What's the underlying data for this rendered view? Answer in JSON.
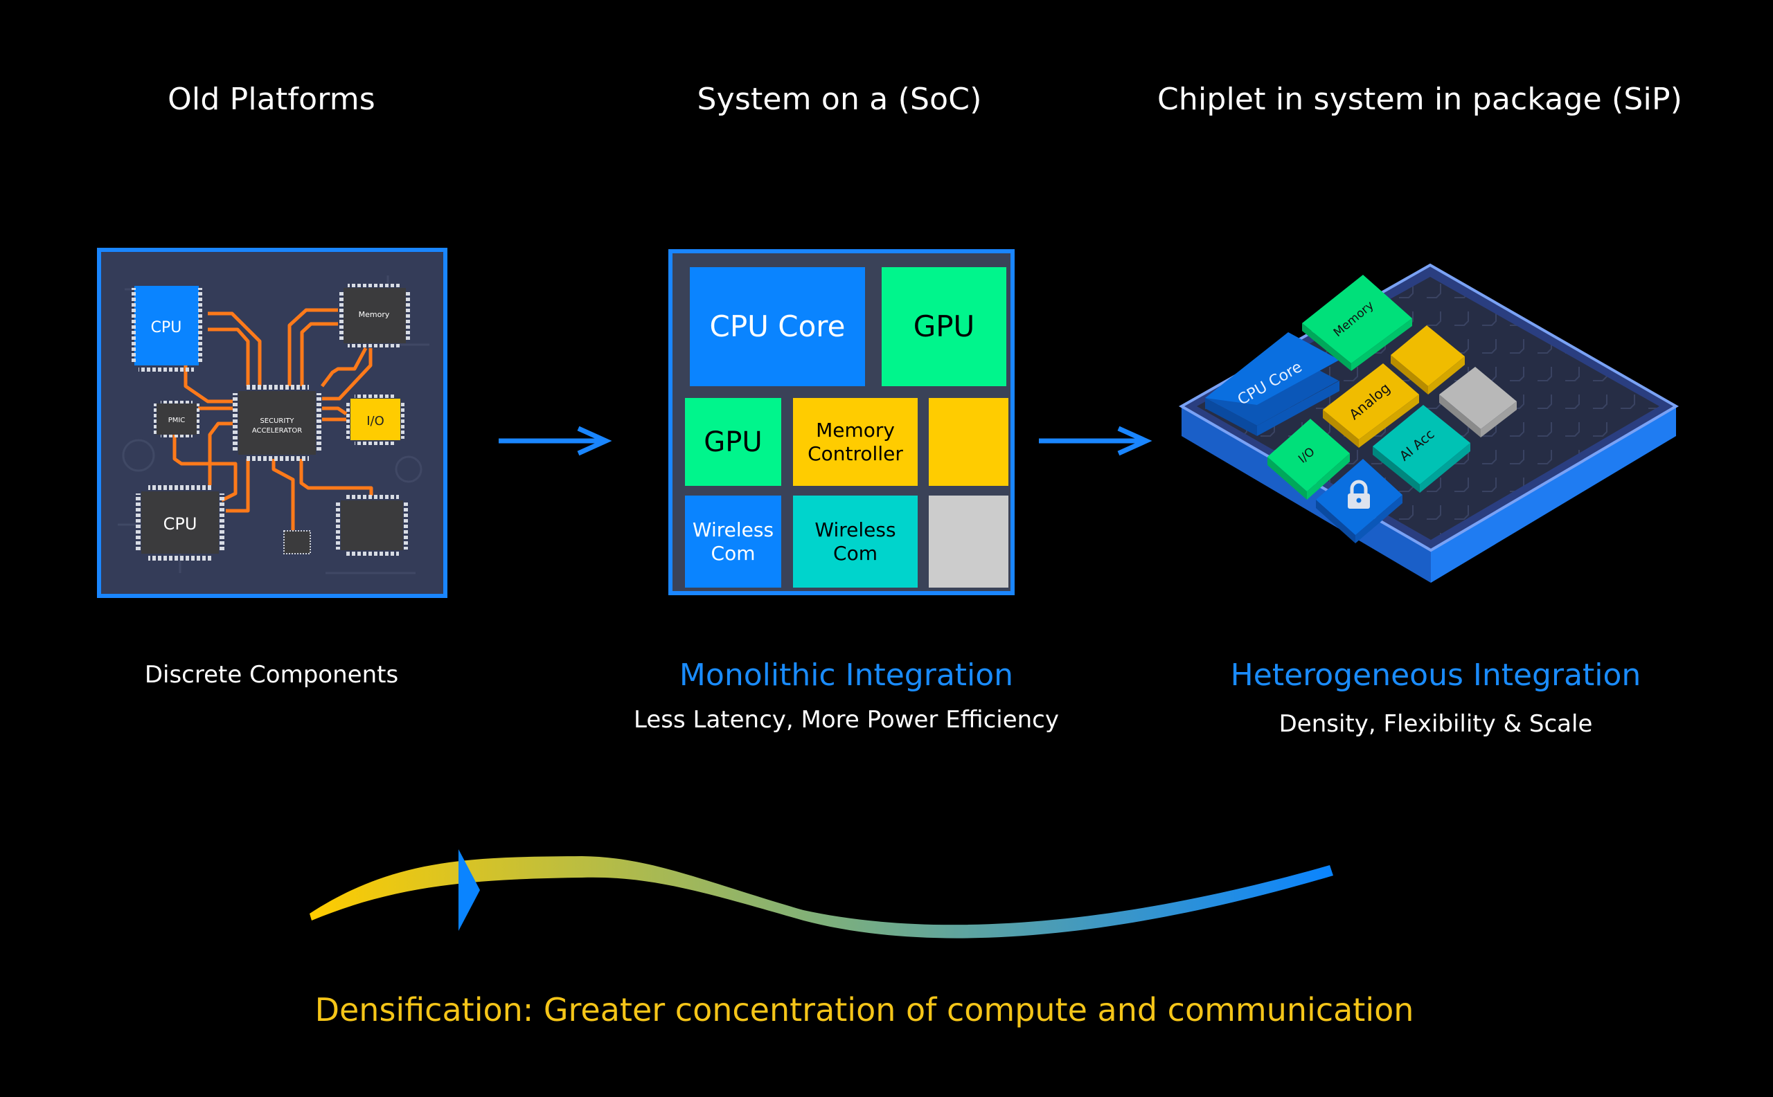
{
  "columns": [
    {
      "title": "Old Platforms",
      "caption": "Discrete Components",
      "board": {
        "chips": [
          {
            "label": "CPU",
            "color": "#0a84ff"
          },
          {
            "label": "Memory",
            "color": "#3b3b3d"
          },
          {
            "label": "PMIC",
            "color": "#3b3b3d"
          },
          {
            "label": "SECURITY",
            "color": "#3b3b3d"
          },
          {
            "label": "ACCELERATOR",
            "color": "#3b3b3d"
          },
          {
            "label": "I/O",
            "color": "#ffcc00"
          },
          {
            "label": "CPU",
            "color": "#3b3b3d"
          }
        ]
      }
    },
    {
      "title": "System on a (SoC)",
      "caption": "Monolithic Integration",
      "subcaption": "Less Latency, More Power Efficiency",
      "blocks": [
        {
          "label": "CPU Core",
          "color": "#0a84ff"
        },
        {
          "label": "GPU",
          "color": "#00f58c"
        },
        {
          "label": "GPU",
          "color": "#00f58c"
        },
        {
          "label": "Memory Controller",
          "color": "#ffcc00"
        },
        {
          "label": "",
          "color": "#ffcc00"
        },
        {
          "label": "Wireless Com",
          "color": "#0a84ff"
        },
        {
          "label": "Wireless Com",
          "color": "#00d4cc"
        },
        {
          "label": "",
          "color": "#cccccc"
        }
      ]
    },
    {
      "title": "Chiplet in system in package (SiP)",
      "caption": "Heterogeneous Integration",
      "subcaption": "Density, Flexibility & Scale",
      "chiplets": [
        {
          "label": "CPU Core",
          "color": "#0a6fe0"
        },
        {
          "label": "Memory",
          "color": "#00e07a"
        },
        {
          "label": "Analog",
          "color": "#f0bc00"
        },
        {
          "label": "",
          "color": "#f0bc00"
        },
        {
          "label": "",
          "color": "#b8b8b8"
        },
        {
          "label": "I/O",
          "color": "#00e07a"
        },
        {
          "label": "AI Acc",
          "color": "#00c2b4"
        },
        {
          "label": "lock-icon",
          "color": "#0a6fe0"
        }
      ]
    }
  ],
  "flow": {
    "caption": "Densification: Greater concentration of compute and communication",
    "gradient_start": "#ffcc00",
    "gradient_end": "#0a84ff"
  },
  "colors": {
    "accent_blue": "#1a8cff",
    "trace_orange": "#ff7a1a",
    "board_bg": "#343c58",
    "caption_yellow": "#f5c518"
  }
}
